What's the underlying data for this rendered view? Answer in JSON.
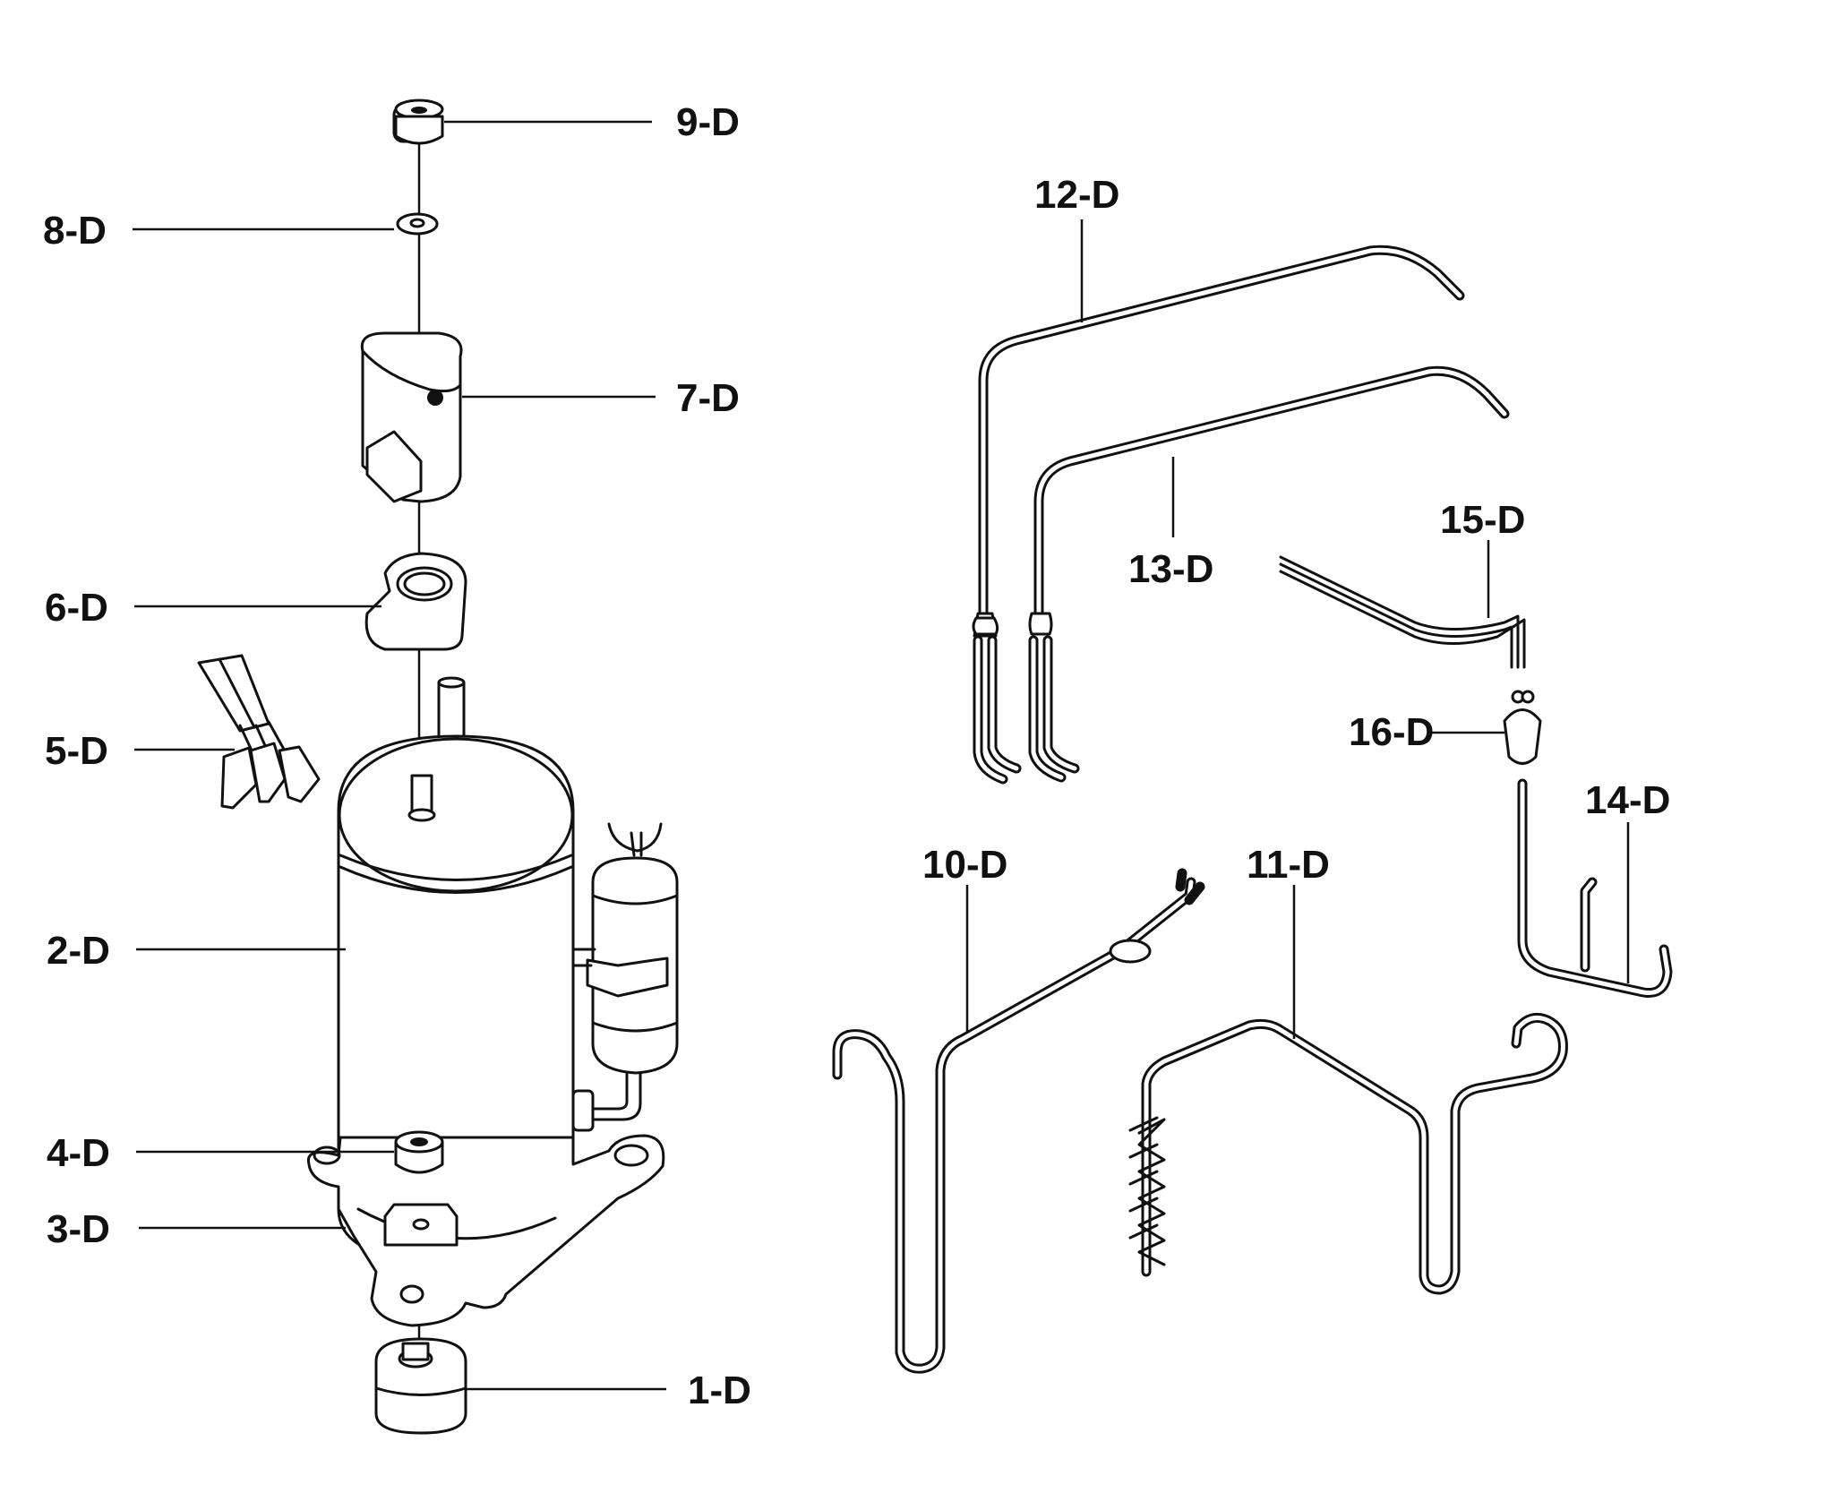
{
  "labels": {
    "part_1": "1-D",
    "part_2": "2-D",
    "part_3": "3-D",
    "part_4": "4-D",
    "part_5": "5-D",
    "part_6": "6-D",
    "part_7": "7-D",
    "part_8": "8-D",
    "part_9": "9-D",
    "part_10": "10-D",
    "part_11": "11-D",
    "part_12": "12-D",
    "part_13": "13-D",
    "part_14": "14-D",
    "part_15": "15-D",
    "part_16": "16-D"
  },
  "colors": {
    "ink": "#111111",
    "paper": "#ffffff"
  }
}
